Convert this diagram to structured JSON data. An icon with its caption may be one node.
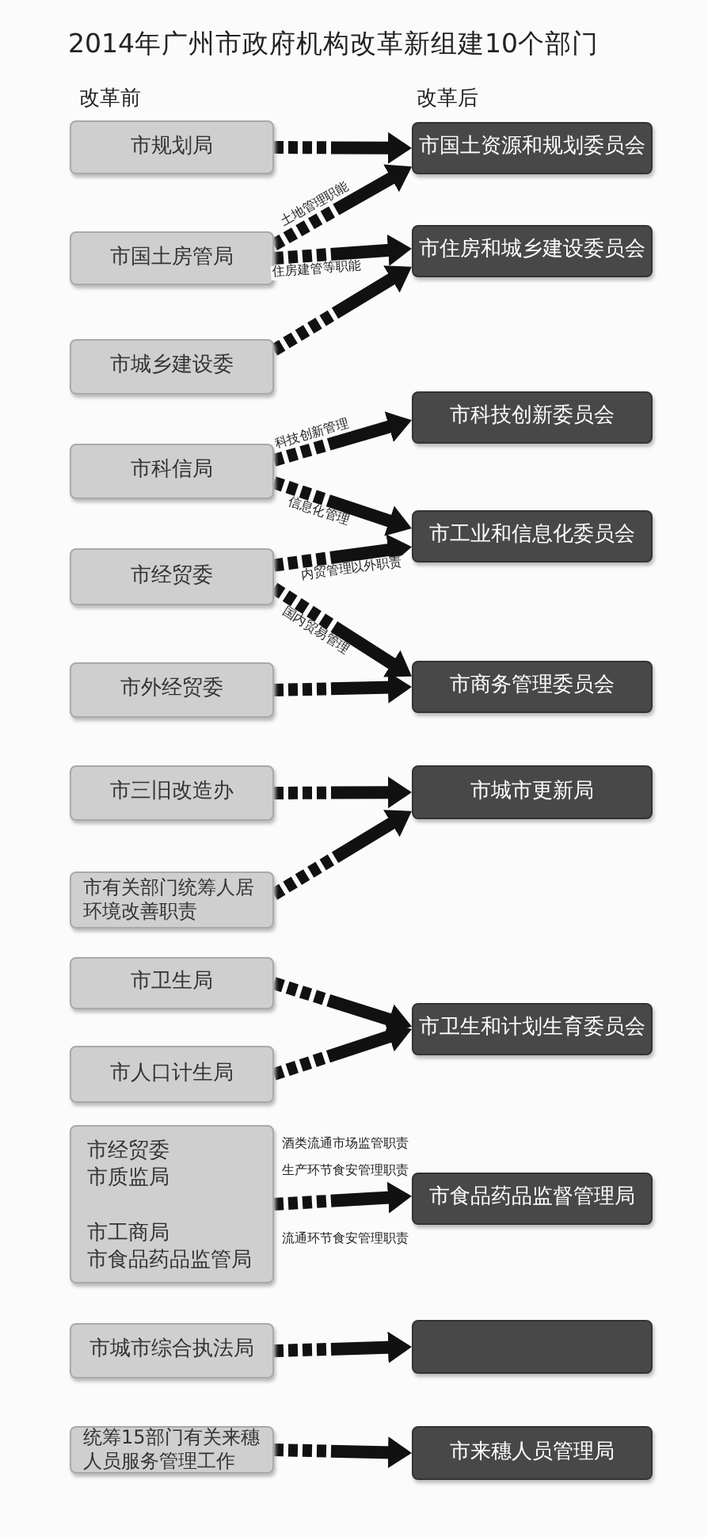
{
  "diagram": {
    "title": "2014年广州市政府机构改革新组建10个部门",
    "nodes": [
      {
        "text": [
          "市规划局"
        ]
      },
      {
        "text": [
          "市国土资源和规划委员会"
        ]
      },
      {
        "text": [
          "市国土房管局"
        ]
      },
      {
        "text": [
          "市住房和城乡建设委员会"
        ]
      },
      {
        "text": [
          "市城乡建设委"
        ]
      },
      {
        "text": [
          "市科技创新委员会"
        ]
      },
      {
        "text": [
          "市科信局"
        ]
      },
      {
        "text": [
          "市工业和信息化委员会"
        ]
      },
      {
        "text": [
          "市经贸委"
        ]
      },
      {
        "text": [
          "市外经贸委"
        ]
      },
      {
        "text": [
          "市商务管理委员会"
        ]
      },
      {
        "text": [
          "市三旧改造办"
        ]
      },
      {
        "text": [
          "市城市更新局"
        ]
      },
      {
        "text": [
          "市有关部门统筹人居环境改善职责"
        ]
      },
      {
        "text": [
          "市卫生局"
        ]
      },
      {
        "text": [
          "市卫生和计划生育委员会"
        ]
      },
      {
        "text": [
          "市人口计生局"
        ]
      },
      {
        "text": [
          "市经贸委",
          "市质监局",
          "市工商局",
          "市食品药品监管局"
        ]
      },
      {
        "text": [
          "市食品药品监督管理局"
        ]
      },
      {
        "text": [
          "市城市综合执法局"
        ]
      },
      {
        "text": [],
        "shape": "box"
      },
      {
        "text": [
          "统筹15部门有关来穗人员服务管理工作"
        ]
      },
      {
        "text": [
          "市来穗人员管理局"
        ]
      }
    ],
    "edges": [
      {
        "from": 0,
        "to": 1,
        "arrow": "to"
      },
      {
        "from": 2,
        "to": 1,
        "arrow": "to",
        "label": "土地管理职能"
      },
      {
        "from": 2,
        "to": 3,
        "arrow": "to",
        "label": "住房建管等职能"
      },
      {
        "from": 4,
        "to": 3,
        "arrow": "to"
      },
      {
        "from": 6,
        "to": 5,
        "arrow": "to",
        "label": "科技创新管理"
      },
      {
        "from": 6,
        "to": 7,
        "arrow": "to",
        "label": "信息化管理"
      },
      {
        "from": 8,
        "to": 7,
        "arrow": "to",
        "label": "内贸管理以外职责"
      },
      {
        "from": 8,
        "to": 10,
        "arrow": "to",
        "label": "国内贸易管理"
      },
      {
        "from": 9,
        "to": 10,
        "arrow": "to"
      },
      {
        "from": 11,
        "to": 12,
        "arrow": "to"
      },
      {
        "from": 13,
        "to": 12,
        "arrow": "to"
      },
      {
        "from": 14,
        "to": 15,
        "arrow": "to"
      },
      {
        "from": 16,
        "to": 15,
        "arrow": "to"
      },
      {
        "from": 17,
        "to": 18,
        "arrow": "to"
      },
      {
        "from": 19,
        "to": 20,
        "arrow": "to"
      },
      {
        "from": 21,
        "to": 22,
        "arrow": "to"
      }
    ],
    "labels": [
      "改革前",
      "改革后",
      "酒类流通市场监管职责",
      "生产环节食安管理职责",
      "流通环节食安管理职责"
    ]
  }
}
